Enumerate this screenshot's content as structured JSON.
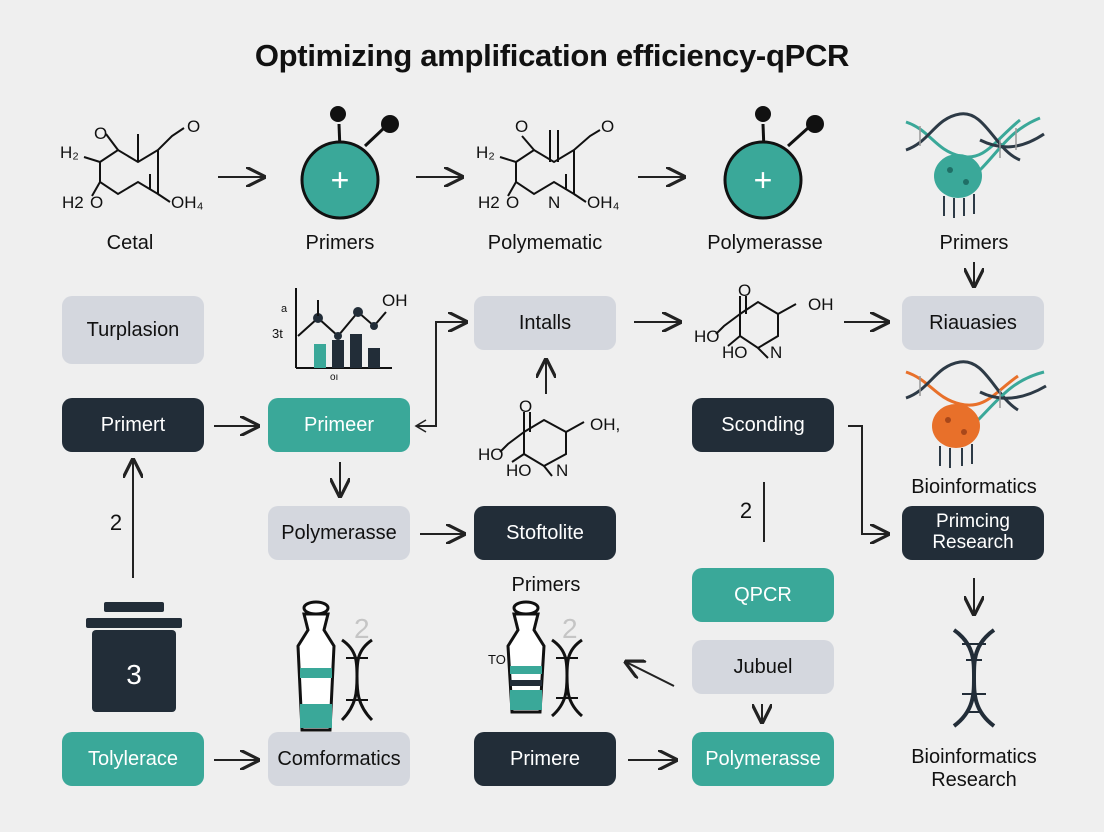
{
  "title": "Optimizing amplification efficiency-qPCR",
  "colors": {
    "background": "#efefef",
    "teal": "#3aa899",
    "dark": "#222d38",
    "gray": "#d4d7de",
    "orange": "#e8702a"
  },
  "row1": {
    "chem1": {
      "label": "Cetal",
      "atoms": [
        "H₂",
        "H2",
        "O",
        "O",
        "OH₄"
      ]
    },
    "primers1": {
      "label": "Primers",
      "symbol": "+"
    },
    "chem2": {
      "label": "Polymematic",
      "atoms": [
        "H₂",
        "H2",
        "O",
        "N",
        "OH₄"
      ]
    },
    "polymerase": {
      "label": "Polymerasse",
      "symbol": "+"
    },
    "dna_primers": {
      "label": "Primers"
    }
  },
  "boxes": {
    "turplasion": "Turplasion",
    "primert": "Primert",
    "primeer": "Primeer",
    "intalls": "Intalls",
    "polymerasse_mid": "Polymerasse",
    "stoftolite": "Stoftolite",
    "sconding": "Sconding",
    "riauasies": "Riauasies",
    "primcing_research": "Primcing Research",
    "qpcr": "QPCR",
    "jubuel": "Jubuel",
    "tolylerace": "Tolylerace",
    "comformatics": "Comformatics",
    "primere": "Primere",
    "polymerasse_bottom": "Polymerasse"
  },
  "chart_small": {
    "tick_labels": [
      "a",
      "3t",
      "oı"
    ],
    "atom": "OH"
  },
  "chem3": {
    "atoms": [
      "O",
      "OH",
      "HO",
      "HO",
      "N"
    ]
  },
  "chem4": {
    "atoms": [
      "O",
      "OH,",
      "HO",
      "HO",
      "N"
    ]
  },
  "labels": {
    "bioinformatics": "Bioinformatics",
    "primers_mid": "Primers",
    "bioinformatics_research": "Bioinformatics Research",
    "num_two_left": "2",
    "num_two_mid": "2",
    "weight_number": "3",
    "tube_num_1": "2",
    "tube_num_2": "2",
    "to_label": "TO"
  }
}
